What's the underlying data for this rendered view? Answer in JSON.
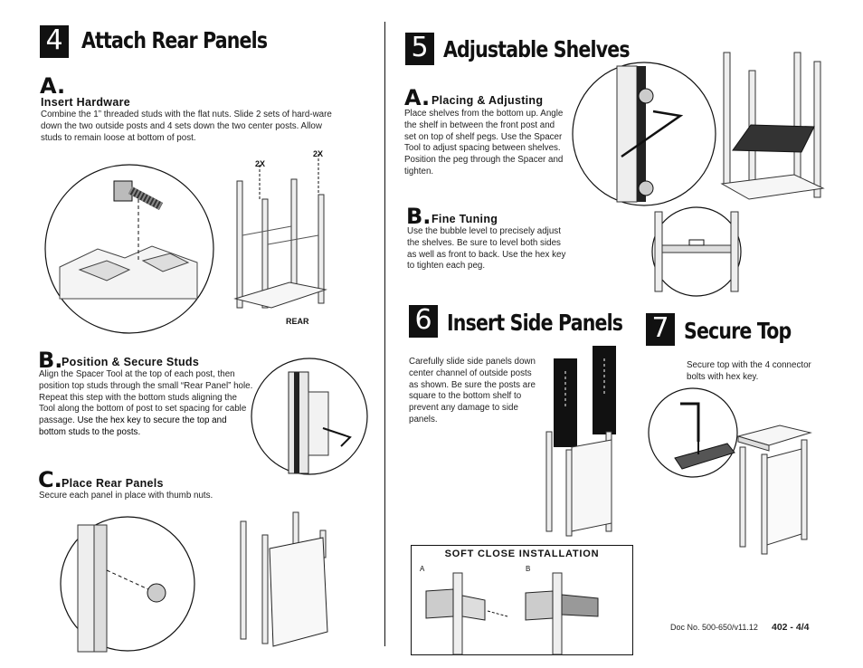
{
  "step4": {
    "number": "4",
    "title": "Attach Rear Panels",
    "a": {
      "letter": "A.",
      "heading": "Insert Hardware",
      "text": "Combine the 1” threaded studs with the flat nuts. Slide 2 sets of hard-ware down the two outside posts and 4 sets down the two center posts. Allow studs to remain loose at bottom of post."
    },
    "labels": {
      "two_x_left": "2X",
      "two_x_right": "2X",
      "rear": "REAR"
    },
    "b": {
      "letter": "B.",
      "heading": "Position & Secure Studs",
      "text": "Align the Spacer Tool at the top of each post, then position top studs through the small “Rear Panel” hole. Repeat this step with the bottom studs aligning the Tool along the bottom of post to set spacing for cable passage.",
      "emphasis": "Use the hex key to secure the top and bottom studs to the posts."
    },
    "c": {
      "letter": "C.",
      "heading": "Place Rear Panels",
      "text": "Secure each panel in place with thumb nuts."
    }
  },
  "step5": {
    "number": "5",
    "title": "Adjustable Shelves",
    "a": {
      "letter": "A.",
      "heading": "Placing & Adjusting",
      "text": "Place shelves from the bottom up. Angle the shelf in between the front post and set on top  of shelf pegs. Use the Spacer Tool to adjust spacing  between shelves. Position the peg through the Spacer and tighten."
    },
    "b": {
      "letter": "B.",
      "heading": "Fine Tuning",
      "text": "Use the bubble level to precisely adjust the shelves. Be sure to level both sides as well as front to back. Use the hex key to tighten each peg."
    }
  },
  "step6": {
    "number": "6",
    "title": "Insert Side Panels",
    "text": "Carefully slide side  panels down center channel of outside posts as shown. Be sure the posts are square to the bottom shelf to prevent any damage to side panels."
  },
  "step7": {
    "number": "7",
    "title": "Secure Top",
    "text": "Secure top with the 4 connector bolts with hex key."
  },
  "soft_close": {
    "title": "SOFT CLOSE INSTALLATION",
    "label_a": "A",
    "label_b": "B"
  },
  "footer": {
    "doc": "Doc No. 500-650/v11.12",
    "page": "402 - 4/4"
  }
}
